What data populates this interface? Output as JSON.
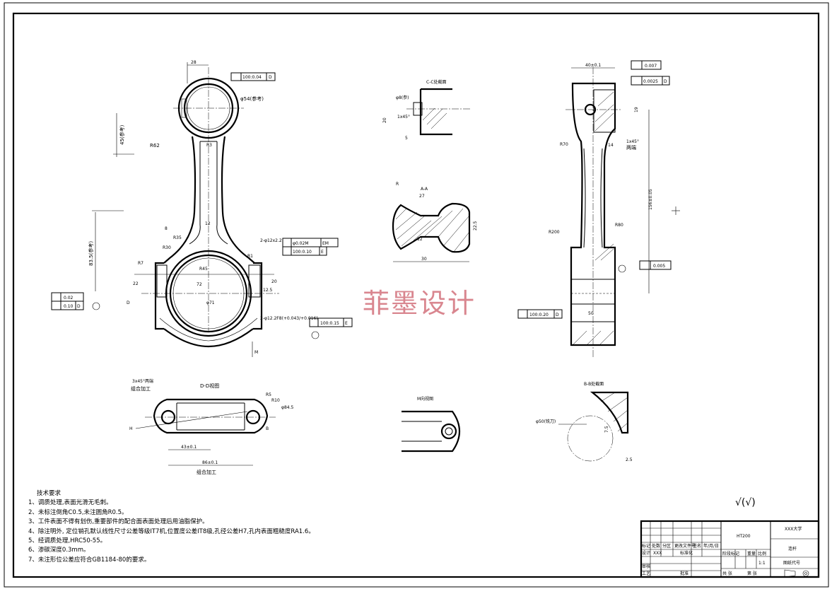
{
  "watermark": "菲墨设计",
  "notes": {
    "title": "技术要求",
    "items": [
      "1、调质处理,表面光滑无毛刺。",
      "2、未标注倒角C0.5,未注圆角R0.5。",
      "3、工件表面不得有划伤,重要部件的配合面表面处理后用油脂保护。",
      "4、除注明外, 定位销孔默认线性尺寸公差等级IT7机,位置度公差IT8级,孔径公差H7,孔内表面粗糙度RA1.6。",
      "5、经调质处理,HRC50-55。",
      "6、渗碳深度0.3mm。",
      "7、未注形位公差应符合GB1184-80的要求。"
    ]
  },
  "roughness_symbol": "√(√)",
  "views": {
    "cc_title": "C-C处截面",
    "aa_title": "A-A",
    "bb_title": "B-B处截面",
    "m_title": "M向视图",
    "dd_title": "D-D视图"
  },
  "dims": {
    "d28": "28",
    "d54": "φ54(参考)",
    "d45": "45(参考)",
    "r62": "R62",
    "r3": "R3",
    "d12": "12",
    "d8": "8",
    "r35": "R35",
    "r30": "R30",
    "d835": "83.5(参考)",
    "r7": "R7",
    "r45": "R45",
    "r1": "R1",
    "d22": "22",
    "d72": "72",
    "d20": "20",
    "d125": "12.5",
    "d71": "φ71",
    "h2": "2-φ12x2.2",
    "h2b": "2-φ12.2F8(+0.043/+0.016)",
    "f1_tol": "100:0.04",
    "f1_ref": "D",
    "f2_tol": "φ0.02M",
    "f2_ref": "EM",
    "f3_tol": "100:0.10",
    "f3_ref": "E",
    "f4_tol": "100:0.15",
    "f4_ref": "E",
    "f5_tol": "0.02",
    "f6_tol": "0.10",
    "f6_ref": "D",
    "lbl_D": "D",
    "lbl_E": "E",
    "lbl_M": "M",
    "cc_d": "φ8(参)",
    "cc_d2": "1x45°",
    "cc_20": "20",
    "cc_5": "5",
    "aa_27": "27",
    "aa_30": "30",
    "aa_225": "22.5",
    "aa_12": "12",
    "aa_r": "R",
    "sv_40": "40±0.1",
    "sv_tol1": "0.007",
    "sv_tol2": "0.0025",
    "sv_tol2_ref": "D",
    "sv_tol3": "0.005",
    "sv_tol4": "100:0.20",
    "sv_tol4_ref": "D",
    "sv_r70": "R70",
    "sv_r200": "R200",
    "sv_r80": "R80",
    "sv_d156": "156±0.05",
    "sv_both": "两端",
    "sv_chamf": "1x45°",
    "sv_14": "14",
    "sv_19": "19",
    "sv_50": "50",
    "dd_chamf": "3x45°两端",
    "dd_combo": "组合加工",
    "dd_combo2": "组合加工",
    "dd_r5": "R5",
    "dd_r10": "R10",
    "dd_d": "φ84.5",
    "dd_43": "43±0.1",
    "dd_86": "86±0.1",
    "dd_H": "H",
    "dd_B": "B",
    "bb_d50": "φ50(铣刀)",
    "bb_75": "7.5",
    "bb_25": "2.5"
  },
  "title_block": {
    "material": "HT200",
    "school": "XXX大学",
    "part": "连杆",
    "drawing_no": "图纸代号",
    "scale": "1:1",
    "designer": "XXX",
    "labels": {
      "mark": "标记",
      "count": "处数",
      "zone": "分区",
      "change_doc": "更改文件号",
      "sign": "签名",
      "date": "年/月/日",
      "design": "设计",
      "std": "标准化",
      "stage": "阶段标记",
      "weight": "重量",
      "ratio": "比例",
      "review": "审核",
      "process": "工艺",
      "approve": "批准",
      "sheets": "共 张",
      "sheet_no": "第 张"
    }
  }
}
